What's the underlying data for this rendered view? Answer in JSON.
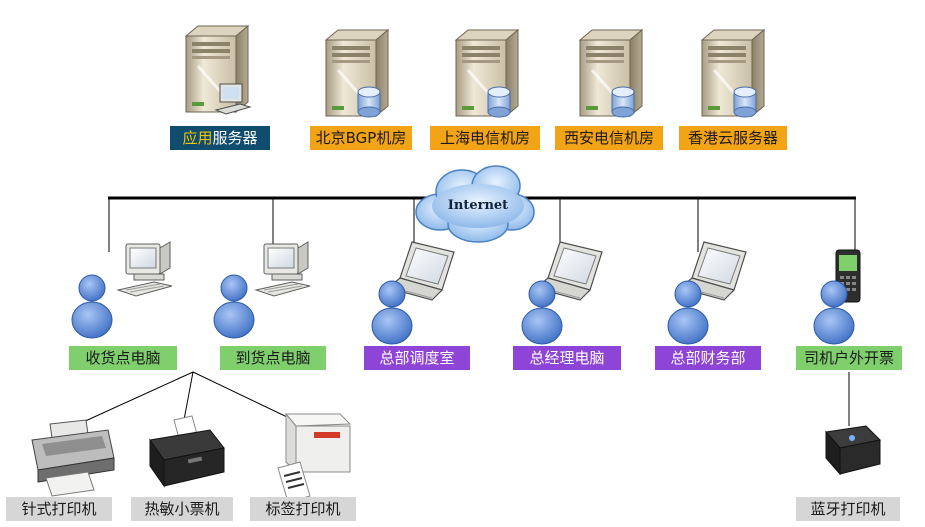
{
  "servers": {
    "app": {
      "label_highlight": "应用",
      "label_rest": "服务器",
      "icon": "server-with-computer-icon"
    },
    "rooms": [
      {
        "label": "北京BGP机房",
        "icon": "server-database-icon"
      },
      {
        "label": "上海电信机房",
        "icon": "server-database-icon"
      },
      {
        "label": "西安电信机房",
        "icon": "server-database-icon"
      },
      {
        "label": "香港云服务器",
        "icon": "server-database-icon"
      }
    ]
  },
  "internet": {
    "label": "Internet",
    "icon": "cloud-icon"
  },
  "clients": [
    {
      "label": "收货点电脑",
      "icon": "user-desktop-icon"
    },
    {
      "label": "到货点电脑",
      "icon": "user-desktop-icon"
    },
    {
      "label": "总部调度室",
      "icon": "user-laptop-icon"
    },
    {
      "label": "总经理电脑",
      "icon": "user-laptop-icon"
    },
    {
      "label": "总部财务部",
      "icon": "user-laptop-icon"
    },
    {
      "label": "司机户外开票",
      "icon": "user-handheld-icon"
    }
  ],
  "printers": [
    {
      "label": "针式打印机",
      "icon": "dot-matrix-printer-icon"
    },
    {
      "label": "热敏小票机",
      "icon": "thermal-receipt-printer-icon"
    },
    {
      "label": "标签打印机",
      "icon": "label-printer-icon"
    }
  ],
  "mobile_printer": {
    "label": "蓝牙打印机",
    "icon": "bluetooth-printer-icon"
  },
  "colors": {
    "app_label_bg": "#0f4c6e",
    "app_label_highlight": "#f5c400",
    "room_label_bg": "#f3a316",
    "green_label_bg": "#7fcf6d",
    "purple_label_bg": "#8e44d6",
    "grey_label_bg": "#d6d6d6",
    "user_blue": "#4f7fd0",
    "line": "#000000"
  }
}
